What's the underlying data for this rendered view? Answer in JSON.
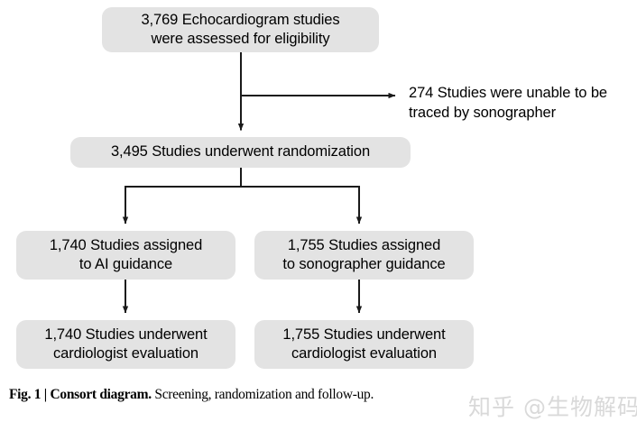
{
  "figure": {
    "type": "consort-flow-diagram",
    "caption_label": "Fig. 1 | Consort diagram.",
    "caption_text": " Screening, randomization and follow-up.",
    "watermark": "知乎 @生物解码",
    "colors": {
      "node_fill": "#e3e3e3",
      "text": "#000000",
      "connector": "#1a1a1a",
      "background": "#ffffff",
      "watermark": "#d9d9d9"
    }
  },
  "nodes": {
    "screened": {
      "line1": "3,769 Echocardiogram studies",
      "line2": "were assessed for eligibility",
      "count": 3769
    },
    "randomized": {
      "line1": "3,495 Studies underwent randomization",
      "count": 3495
    },
    "excluded": {
      "line1": "274 Studies were unable to",
      "line2": "be traced by sonographer",
      "count": 274
    },
    "ai_assigned": {
      "line1": "1,740 Studies assigned",
      "line2": "to AI guidance",
      "count": 1740
    },
    "sono_assigned": {
      "line1": "1,755 Studies assigned",
      "line2": "to sonographer guidance",
      "count": 1755
    },
    "ai_evaluated": {
      "line1": "1,740 Studies underwent",
      "line2": "cardiologist evaluation",
      "count": 1740
    },
    "sono_evaluated": {
      "line1": "1,755 Studies underwent",
      "line2": "cardiologist evaluation",
      "count": 1755
    }
  },
  "chart_data": {
    "type": "diagram",
    "title": "Consort diagram",
    "subtitle": "Screening, randomization and follow-up.",
    "stages": [
      {
        "id": "screened",
        "label": "3,769 Echocardiogram studies were assessed for eligibility",
        "value": 3769
      },
      {
        "id": "excluded",
        "label": "274 Studies were unable to be traced by sonographer",
        "value": 274
      },
      {
        "id": "randomized",
        "label": "3,495 Studies underwent randomization",
        "value": 3495
      },
      {
        "id": "ai_assigned",
        "label": "1,740 Studies assigned to AI guidance",
        "value": 1740
      },
      {
        "id": "sono_assigned",
        "label": "1,755 Studies assigned to sonographer guidance",
        "value": 1755
      },
      {
        "id": "ai_evaluated",
        "label": "1,740 Studies underwent cardiologist evaluation",
        "value": 1740
      },
      {
        "id": "sono_evaluated",
        "label": "1,755 Studies underwent cardiologist evaluation",
        "value": 1755
      }
    ],
    "edges": [
      {
        "from": "screened",
        "to": "randomized",
        "kind": "arrow-down"
      },
      {
        "from": "screened",
        "to": "excluded",
        "kind": "arrow-right"
      },
      {
        "from": "randomized",
        "to": "ai_assigned",
        "kind": "arrow-split-left"
      },
      {
        "from": "randomized",
        "to": "sono_assigned",
        "kind": "arrow-split-right"
      },
      {
        "from": "ai_assigned",
        "to": "ai_evaluated",
        "kind": "arrow-down"
      },
      {
        "from": "sono_assigned",
        "to": "sono_evaluated",
        "kind": "arrow-down"
      }
    ]
  }
}
